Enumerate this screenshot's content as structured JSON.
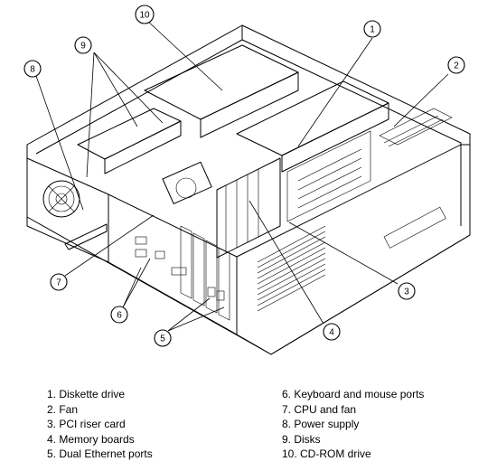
{
  "callouts": [
    "1",
    "2",
    "3",
    "4",
    "5",
    "6",
    "7",
    "8",
    "9",
    "10"
  ],
  "legend": {
    "left": [
      "1. Diskette drive",
      "2. Fan",
      "3. PCI riser card",
      "4. Memory boards",
      "5. Dual Ethernet ports"
    ],
    "right": [
      "6. Keyboard and mouse ports",
      "7. CPU and fan",
      "8. Power supply",
      "9. Disks",
      "10. CD-ROM drive"
    ]
  }
}
